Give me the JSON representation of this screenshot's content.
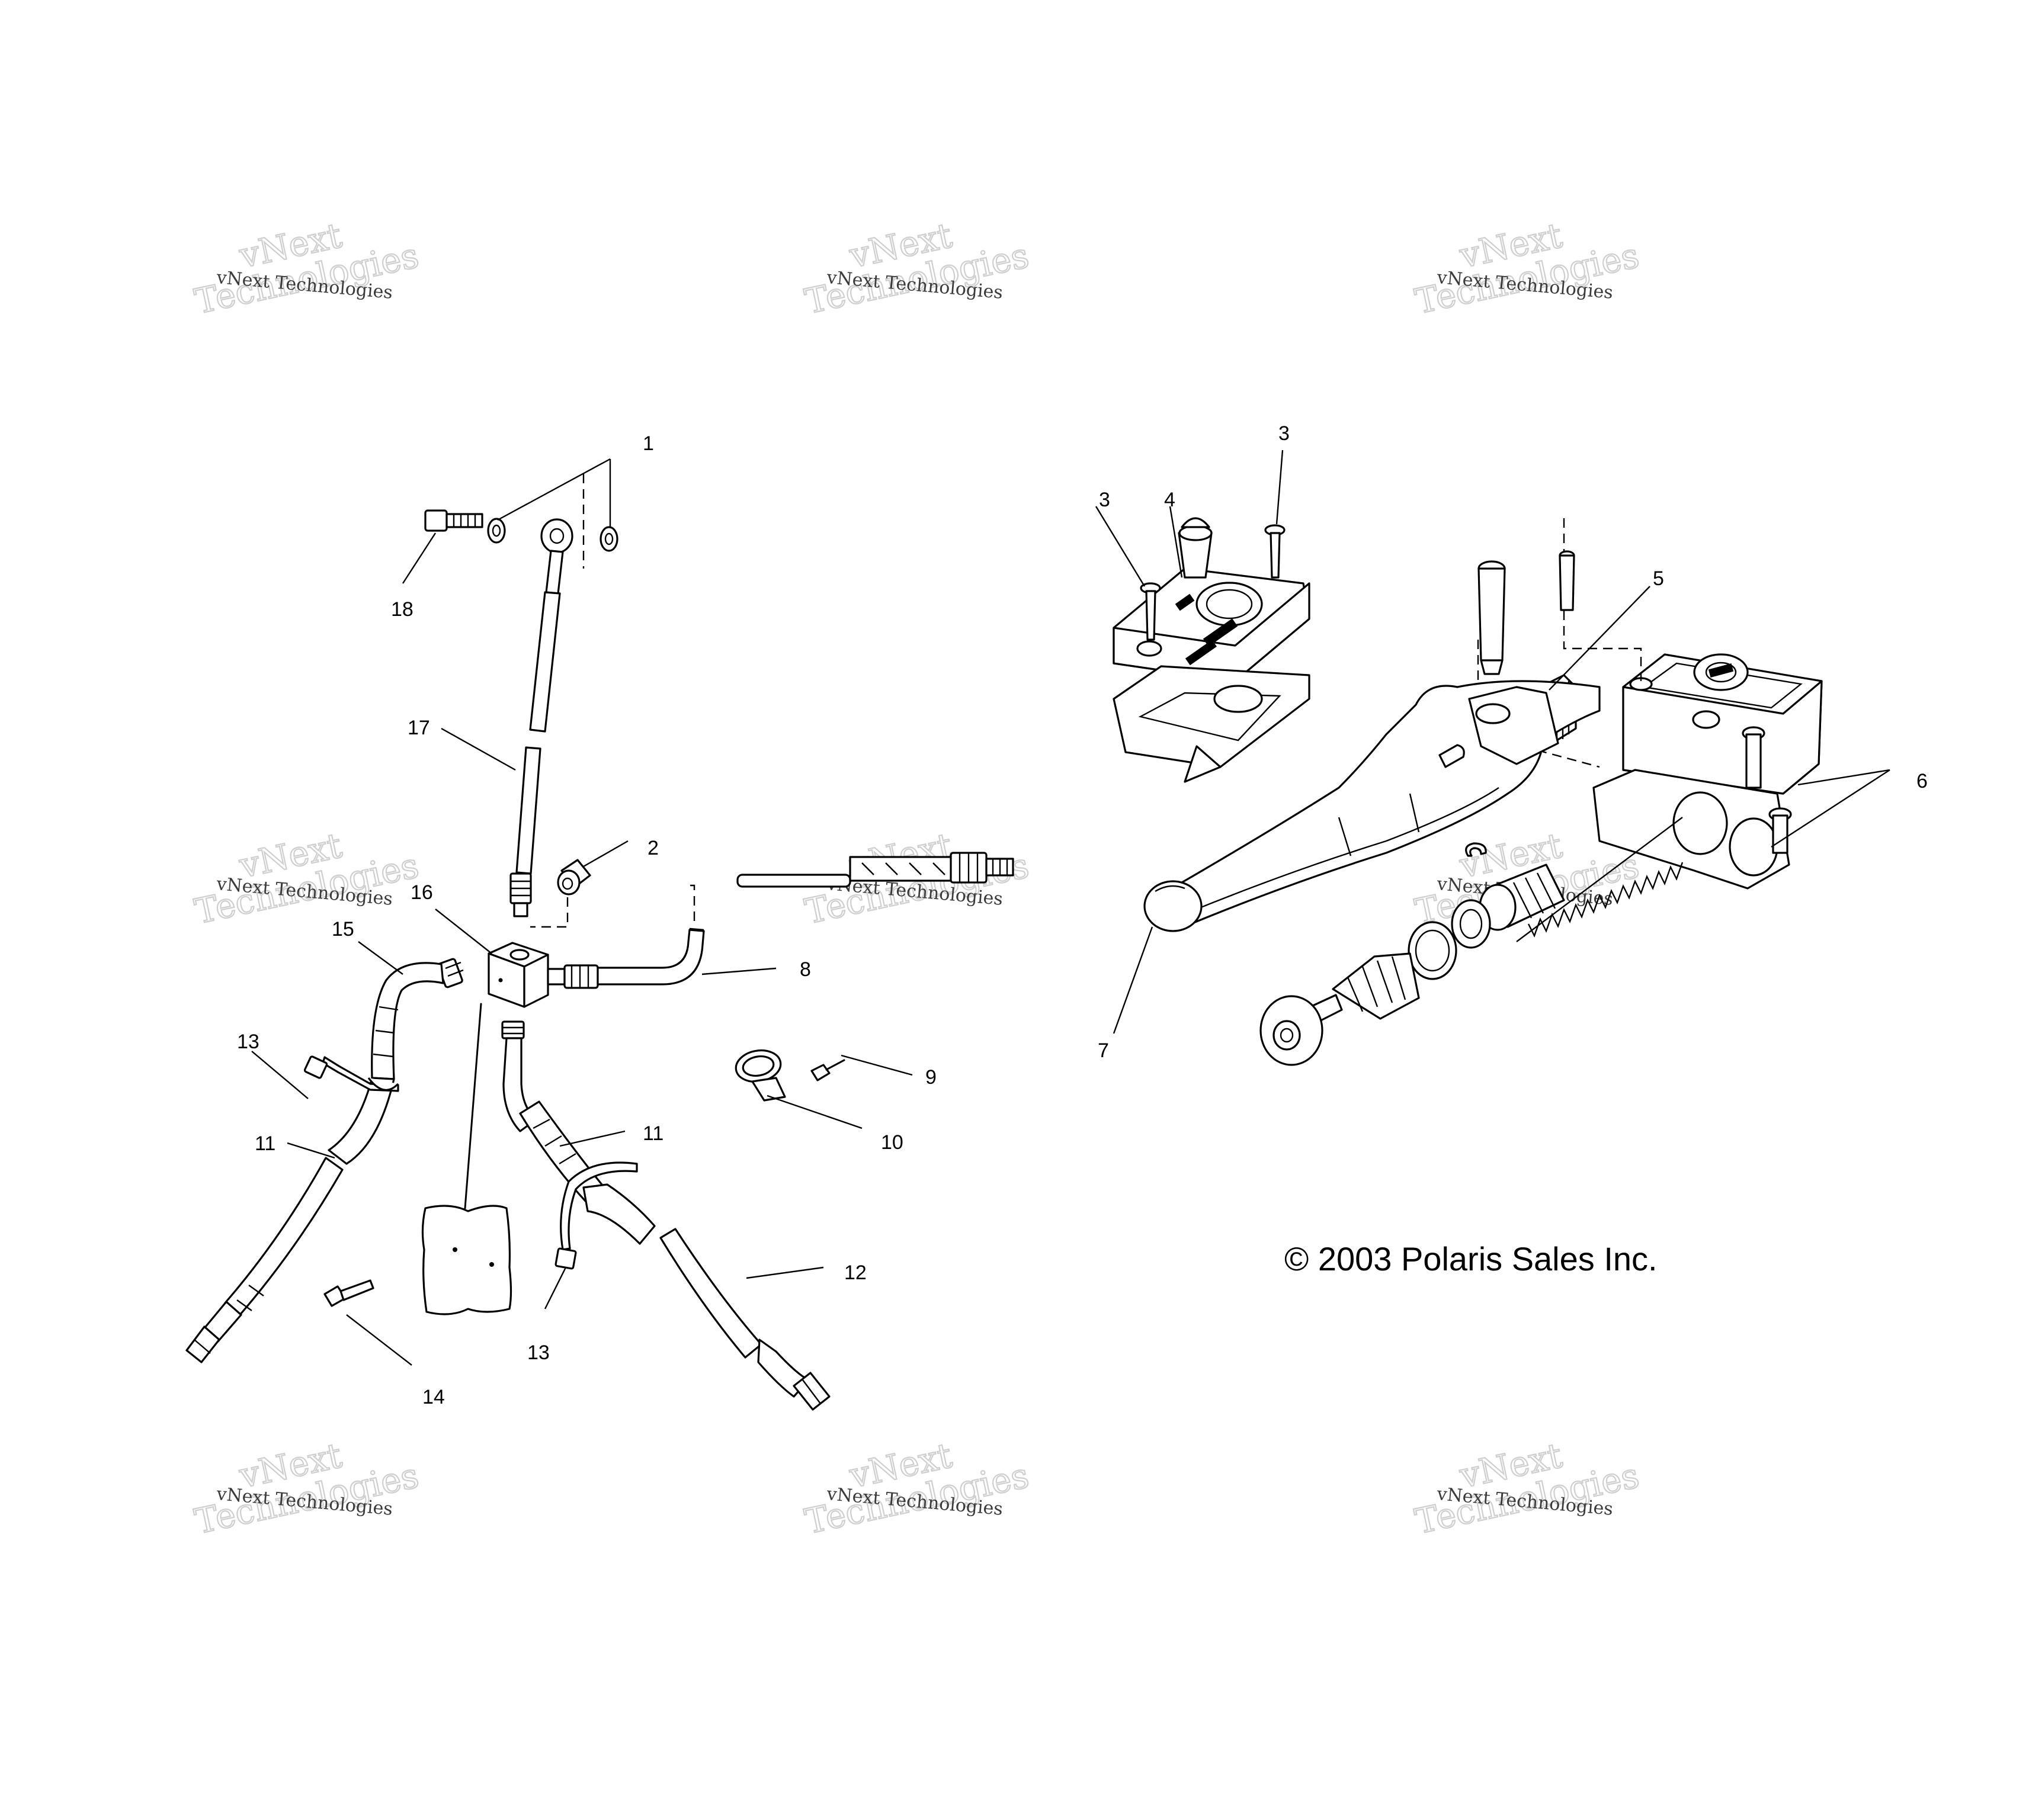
{
  "callouts": {
    "c1": "1",
    "c2": "2",
    "c3a": "3",
    "c3b": "3",
    "c4": "4",
    "c5": "5",
    "c6": "6",
    "c7": "7",
    "c8": "8",
    "c9": "9",
    "c10": "10",
    "c11a": "11",
    "c11b": "11",
    "c12": "12",
    "c13a": "13",
    "c13b": "13",
    "c14": "14",
    "c15": "15",
    "c16": "16",
    "c17": "17",
    "c18": "18"
  },
  "copyright": "© 2003 Polaris Sales Inc.",
  "watermark": {
    "line1": "vNext",
    "line2": "Technologies",
    "small": "vNext Technologies"
  }
}
